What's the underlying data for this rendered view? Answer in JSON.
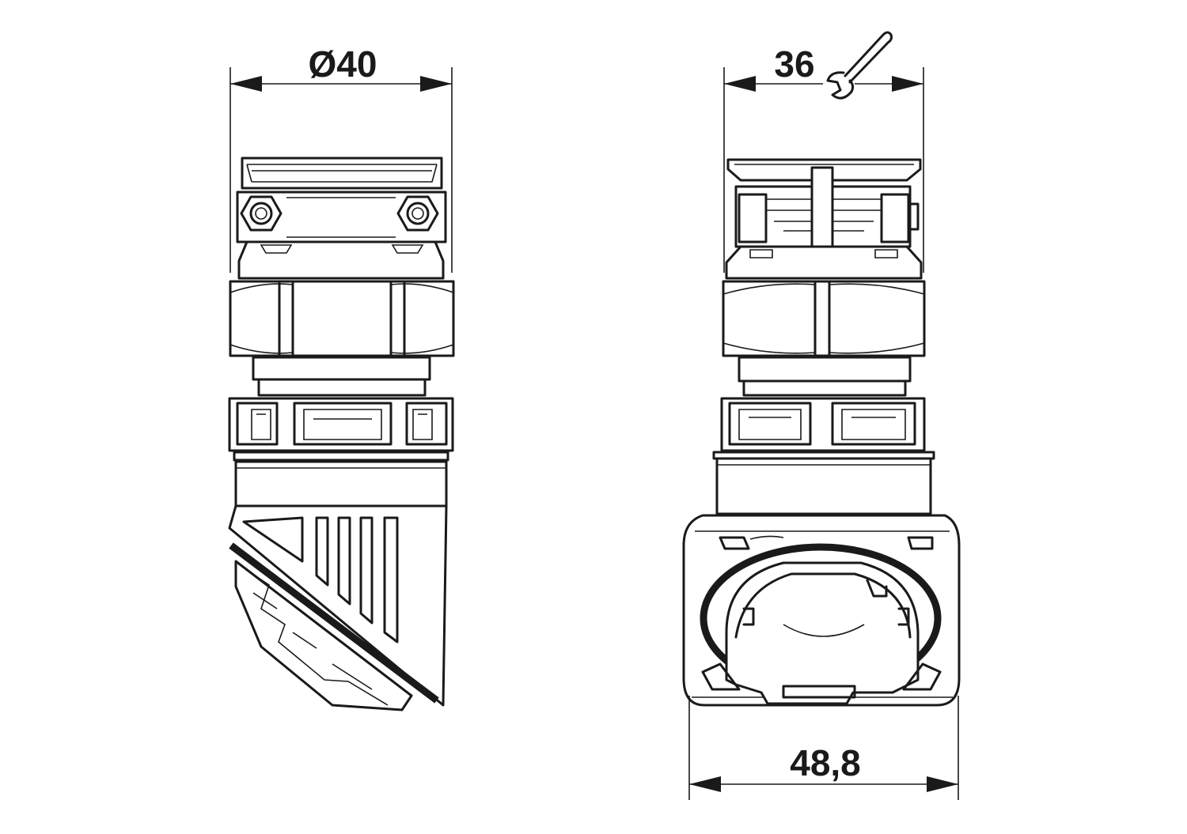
{
  "dimensions": {
    "diameter_label": "Ø40",
    "wrench_size_label": "36",
    "width_label": "48,8"
  },
  "icons": {
    "wrench": "wrench-icon"
  },
  "colors": {
    "line": "#1a1a1a",
    "background": "#ffffff"
  }
}
